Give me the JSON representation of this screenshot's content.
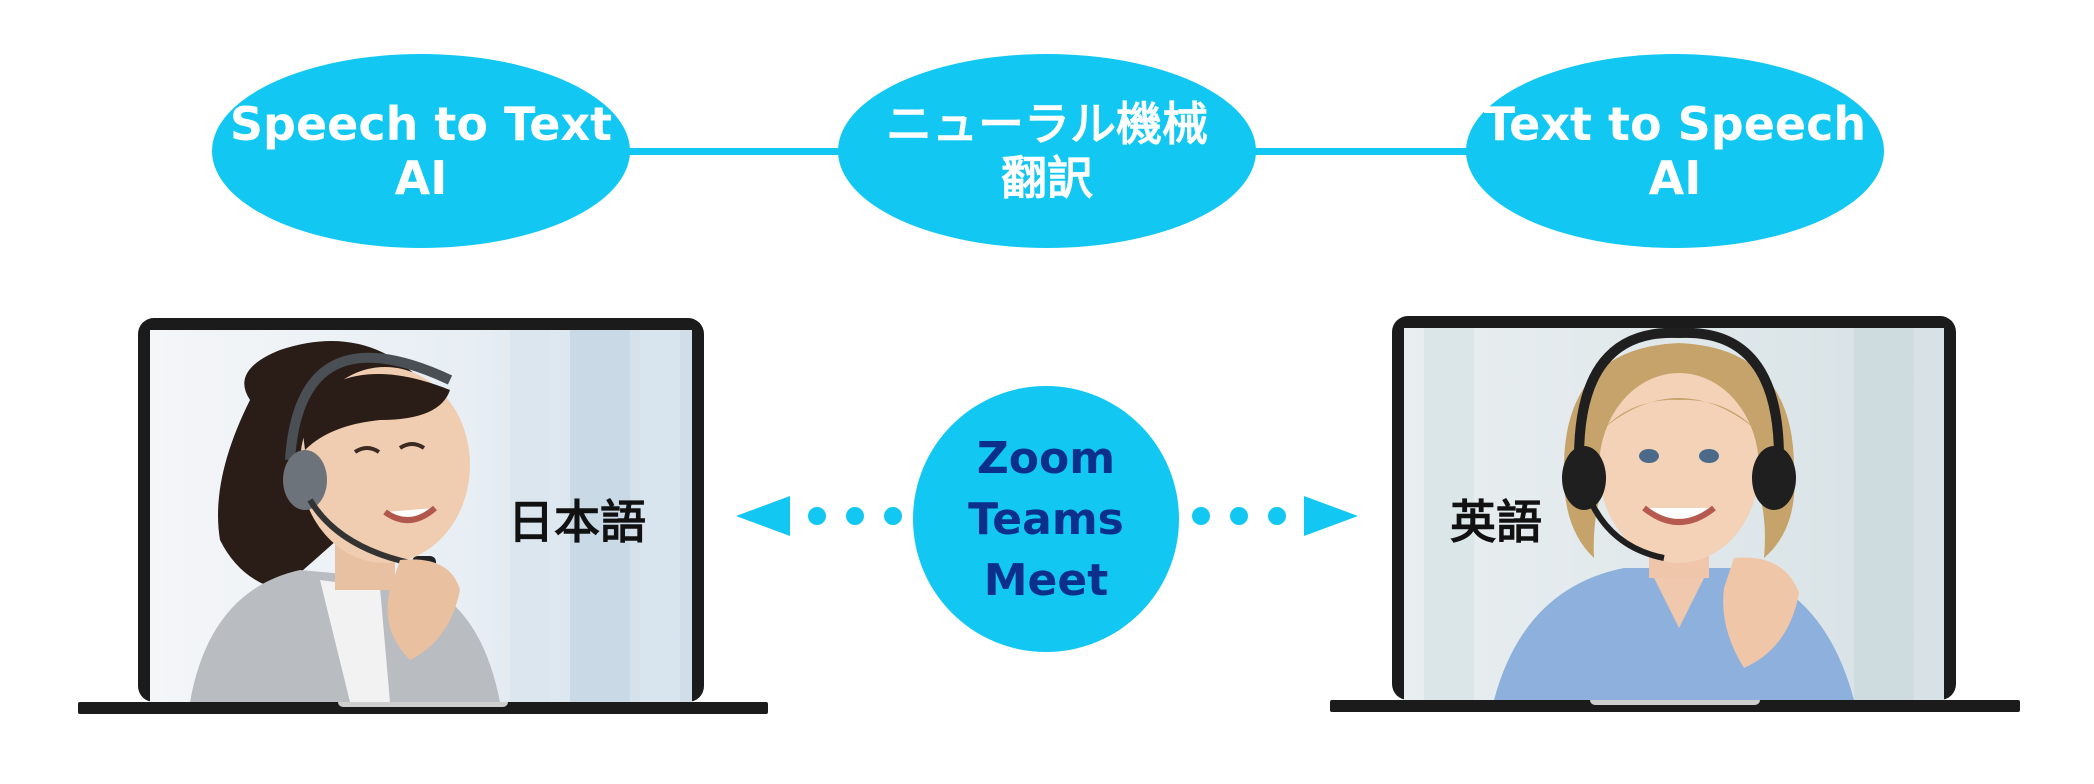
{
  "pipeline": {
    "speech_to_text": [
      "Speech to Text",
      "AI"
    ],
    "machine_translation": [
      "ニューラル機械",
      "翻訳"
    ],
    "text_to_speech": [
      "Text to Speech",
      "AI"
    ]
  },
  "left_call": {
    "language": "日本語"
  },
  "right_call": {
    "language": "英語"
  },
  "platforms": [
    "Zoom",
    "Teams",
    "Meet"
  ],
  "colors": {
    "accent": "#12c8f2",
    "platform_text": "#0c2f8c",
    "node_text": "#ffffff"
  }
}
